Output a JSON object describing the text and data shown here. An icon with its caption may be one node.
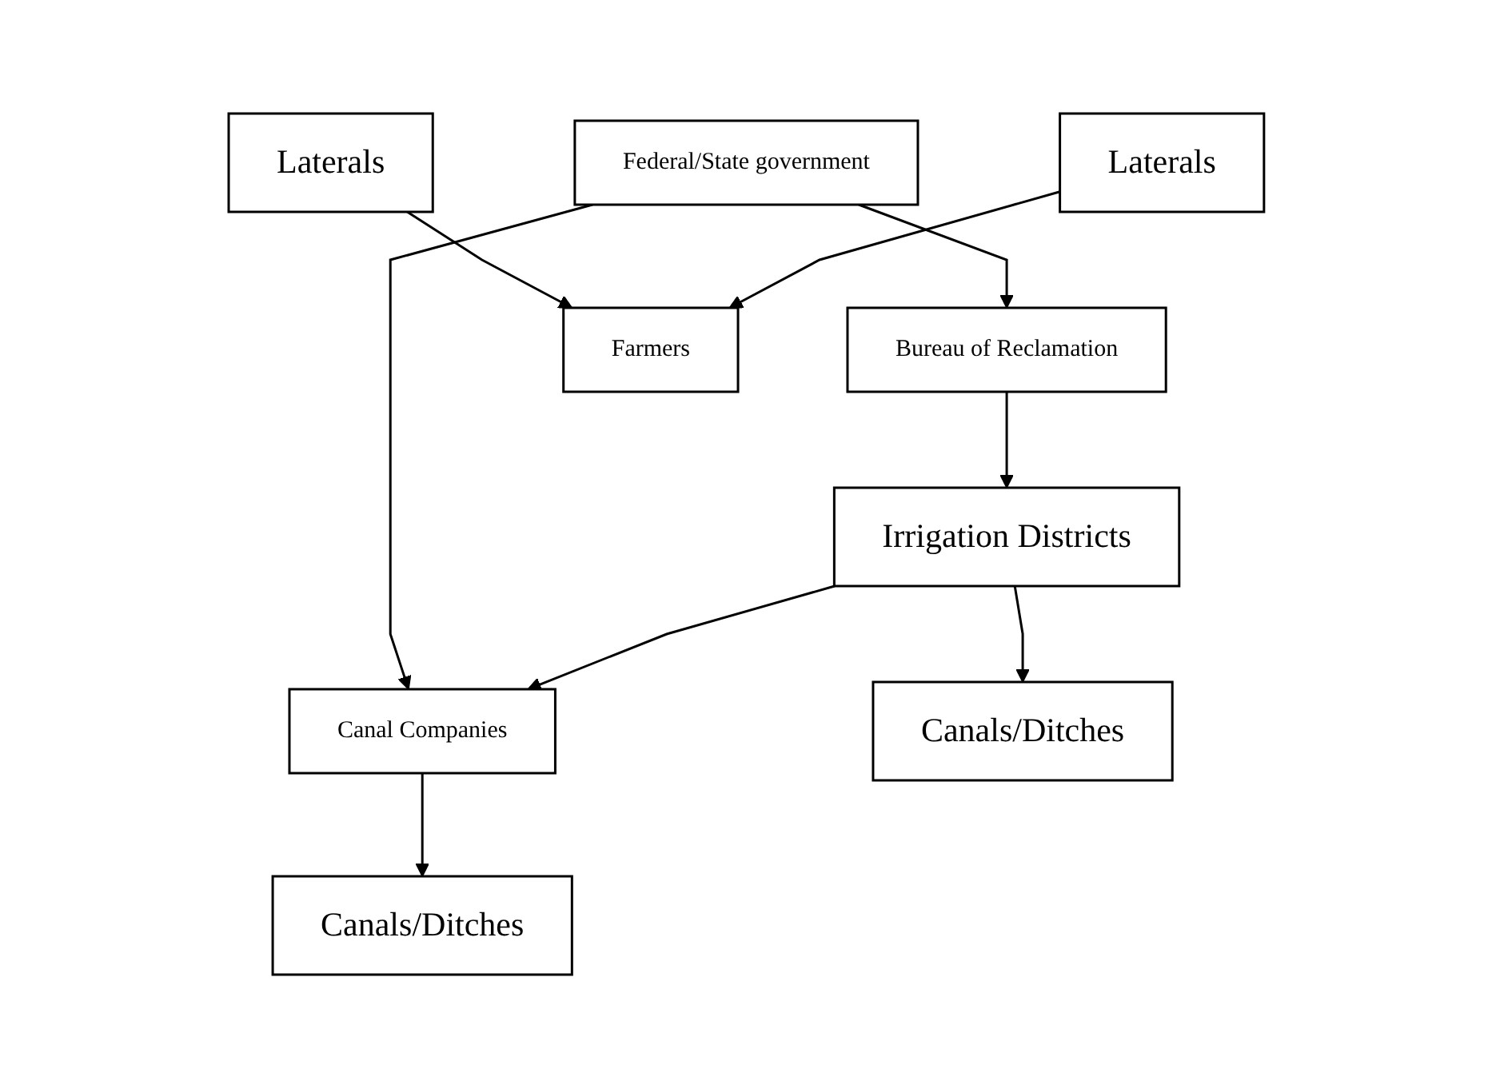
{
  "diagram": {
    "nodes": [
      {
        "text": [
          "Federal/State government"
        ]
      },
      {
        "text": [
          "Bureau of Reclamation"
        ]
      },
      {
        "text": [
          "Canal Companies"
        ]
      },
      {
        "text": [
          "Irrigation Districts"
        ]
      },
      {
        "text": [
          "Canals/Ditches"
        ]
      },
      {
        "text": [
          "Canals/Ditches"
        ]
      },
      {
        "text": [
          "Laterals"
        ]
      },
      {
        "text": [
          "Laterals"
        ]
      },
      {
        "text": [
          "Farmers"
        ]
      }
    ],
    "edges": [
      {
        "from": 0,
        "to": 1,
        "arrow": "to"
      },
      {
        "from": 0,
        "to": 2,
        "arrow": "to"
      },
      {
        "from": 1,
        "to": 3,
        "arrow": "to"
      },
      {
        "from": 3,
        "to": 2,
        "arrow": "to"
      },
      {
        "from": 3,
        "to": 4,
        "arrow": "to"
      },
      {
        "from": 2,
        "to": 5,
        "arrow": "to"
      },
      {
        "from": 6,
        "to": 8,
        "arrow": "to"
      },
      {
        "from": 7,
        "to": 8,
        "arrow": "to"
      }
    ]
  }
}
